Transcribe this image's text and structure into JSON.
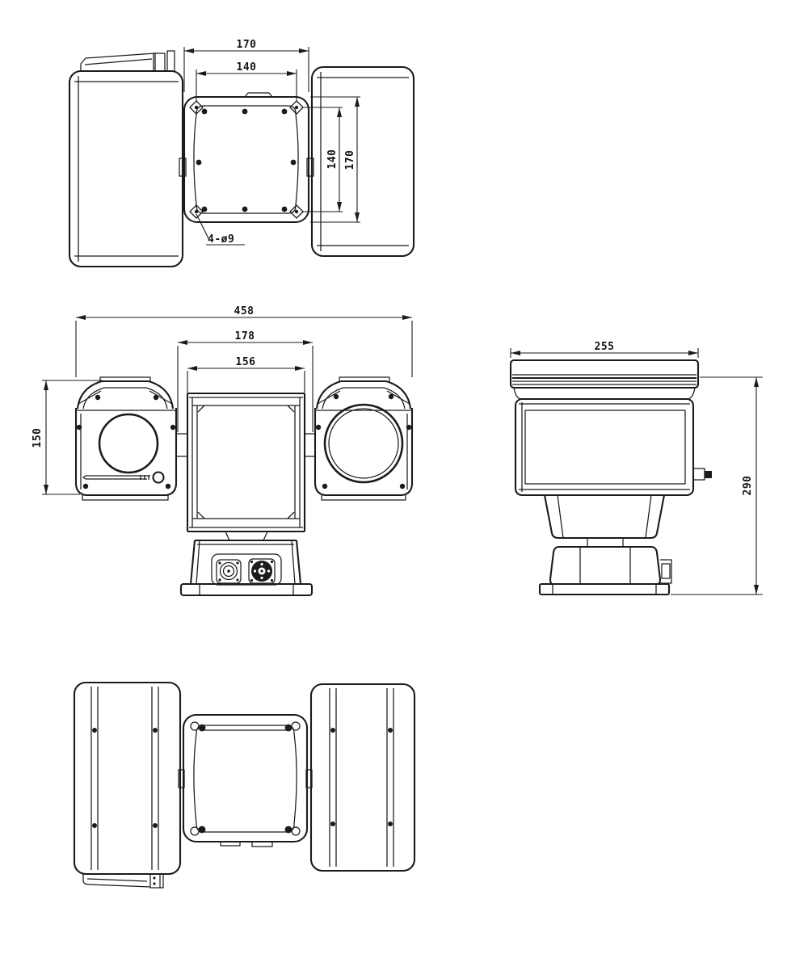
{
  "colors": {
    "background": "#ffffff",
    "line": "#1b1b1b"
  },
  "views": {
    "top": {
      "dims": {
        "plate_width": "170",
        "hole_spacing_width": "140",
        "hole_spacing_height": "140",
        "plate_height": "170",
        "hole_callout": "4-ø9"
      }
    },
    "front": {
      "dims": {
        "overall_width": "458",
        "body_width_outer": "178",
        "body_width_inner": "156",
        "head_height": "150"
      }
    },
    "side": {
      "dims": {
        "depth": "255",
        "overall_height": "290"
      }
    }
  }
}
